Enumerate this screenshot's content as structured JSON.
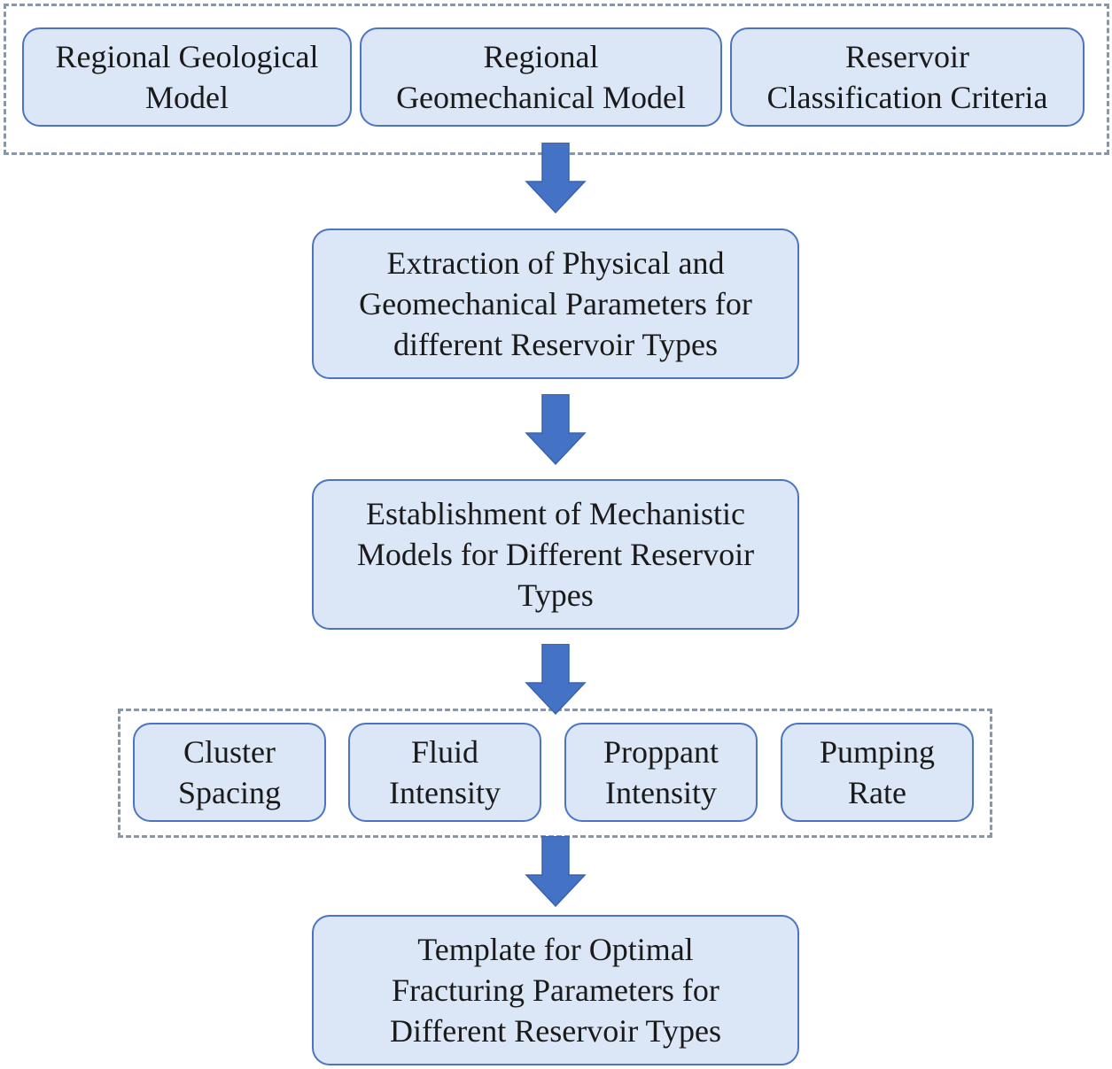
{
  "inputs": {
    "regional_geological_model": "Regional Geological\nModel",
    "regional_geomechanical_model": "Regional\nGeomechanical Model",
    "reservoir_classification_criteria": "Reservoir\nClassification Criteria"
  },
  "steps": {
    "extraction": "Extraction of Physical and\nGeomechanical Parameters for\ndifferent Reservoir Types",
    "establishment": "Establishment of Mechanistic\nModels for Different Reservoir\nTypes"
  },
  "parameters": {
    "cluster_spacing": "Cluster\nSpacing",
    "fluid_intensity": "Fluid\nIntensity",
    "proppant_intensity": "Proppant\nIntensity",
    "pumping_rate": "Pumping\nRate"
  },
  "output": {
    "template": "Template for Optimal\nFracturing Parameters for\nDifferent Reservoir Types"
  },
  "colors": {
    "box_fill": "#dbe7f6",
    "box_border": "#4d74c2",
    "arrow": "#4472c4",
    "dashed_border": "#8a96a6"
  }
}
